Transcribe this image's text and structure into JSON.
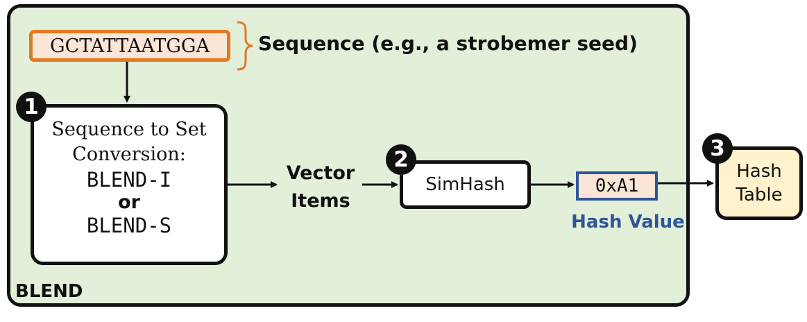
{
  "sequence": {
    "value": "GCTATTAATGGA",
    "label": "Sequence (e.g., a strobemer seed)"
  },
  "steps": [
    {
      "number": "1",
      "title_lines": [
        "Sequence to Set",
        "Conversion:"
      ],
      "option_a": "BLEND-I",
      "or": "or",
      "option_b": "BLEND-S"
    },
    {
      "number": "2",
      "label": "SimHash"
    },
    {
      "number": "3",
      "label_lines": [
        "Hash",
        "Table"
      ]
    }
  ],
  "vector_items": [
    "Vector",
    "Items"
  ],
  "hash_value": {
    "value": "0xA1",
    "label": "Hash Value"
  },
  "container_label": "BLEND",
  "colors": {
    "panel_fill": "#e2efd9",
    "sequence_border": "#e07a24",
    "sequence_fill": "#fbe5d6",
    "hash_value_border": "#2f5597",
    "hash_table_fill": "#fff2cc"
  }
}
